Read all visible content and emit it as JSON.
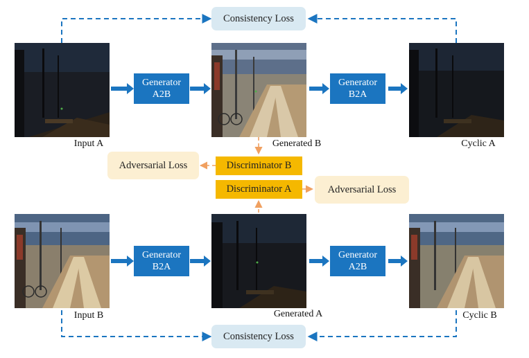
{
  "images": {
    "input_a": {
      "caption": "Input A",
      "tone": "night"
    },
    "generated_b": {
      "caption": "Generated B",
      "tone": "day"
    },
    "cyclic_a": {
      "caption": "Cyclic A",
      "tone": "night"
    },
    "input_b": {
      "caption": "Input B",
      "tone": "day"
    },
    "generated_a": {
      "caption": "Generated A",
      "tone": "night"
    },
    "cyclic_b": {
      "caption": "Cyclic B",
      "tone": "day"
    }
  },
  "generators": {
    "top_left": {
      "line1": "Generator",
      "line2": "A2B"
    },
    "top_right": {
      "line1": "Generator",
      "line2": "B2A"
    },
    "bottom_left": {
      "line1": "Generator",
      "line2": "B2A"
    },
    "bottom_right": {
      "line1": "Generator",
      "line2": "A2B"
    }
  },
  "discriminators": {
    "b": "Discriminator B",
    "a": "Discriminator A"
  },
  "losses": {
    "consistency_top": "Consistency Loss",
    "consistency_bottom": "Consistency Loss",
    "adversarial_left": "Adversarial Loss",
    "adversarial_right": "Adversarial Loss"
  },
  "colors": {
    "generator": "#1b75c0",
    "discriminator": "#f5b800",
    "consistency_loss_bg": "#d9e9f2",
    "adversarial_loss_bg": "#fcefd2",
    "flow_arrow": "#1b75c0",
    "dashed_blue": "#1b75c0",
    "dashed_orange": "#f0a060"
  }
}
